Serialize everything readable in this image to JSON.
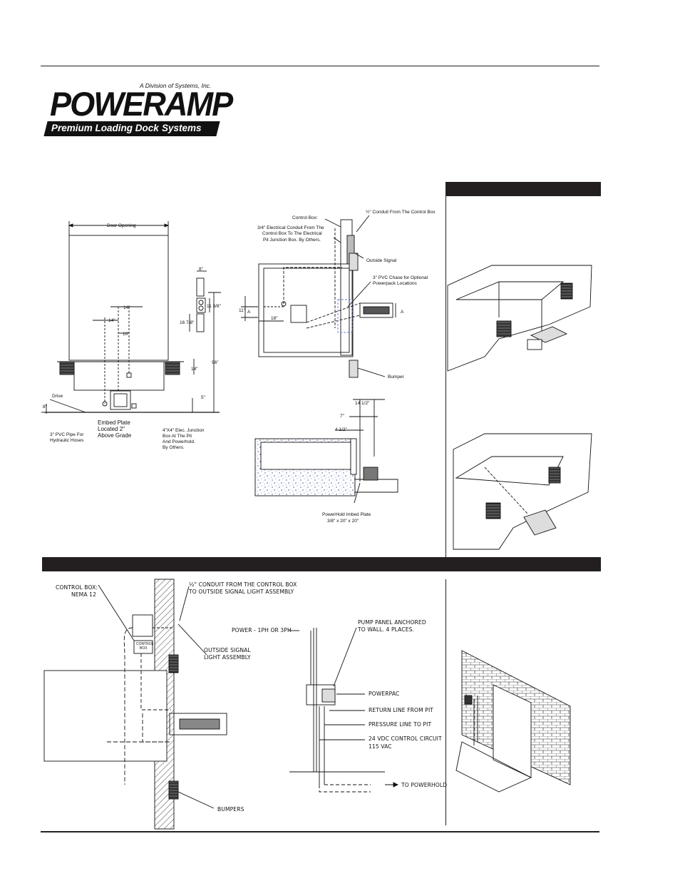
{
  "logo": {
    "division": "A Division of Systems, Inc.",
    "brand": "POWERAMP",
    "registered": "®",
    "tagline_left": "Premium Loading Dock",
    "tagline_right": "Systems"
  },
  "front_view": {
    "door_opening": "Door Opening",
    "dim_8": "8\"",
    "dim_11_38": "11 3/8\"",
    "dim_16_78": "16 7/8\"",
    "dim_14_a": "14\"",
    "dim_14_b": "14\"",
    "dim_10": "10\"",
    "dim_14_c": "14\"",
    "dim_96": "96\"",
    "dim_5": "5\"",
    "dim_8_grade": "8\"",
    "drive": "Drive",
    "embed_plate": [
      "Embed Plate",
      "Located 2\"",
      "Above Grade"
    ],
    "pvc_pipe": [
      "3\" PVC Pipe For",
      "Hydraulic Hoses"
    ],
    "junction_box": [
      "4\"X4\" Elec. Junction",
      "Box At The Pit",
      "And Powerhold.",
      "By Others."
    ]
  },
  "plan_view": {
    "control_box": "Control Box:",
    "conduit_34": [
      "3/4\" Electrical Conduit From The",
      "Control Box To The Electrical",
      "Pit Junction Box.  By Others."
    ],
    "conduit_half": "½\" Conduit From The Control Box",
    "outside_signal": "Outside Signal",
    "pvc_chase": [
      "3\" PVC Chase for Optional",
      "Powerpack Locations"
    ],
    "dim_18": "18\"",
    "dim_11": "11\"",
    "section_a": "A",
    "bumper": "Bumper"
  },
  "section_view": {
    "dim_14_12": "14 1/2\"",
    "dim_7": "7\"",
    "dim_4_12": "4 1/2\"",
    "imbed_plate": [
      "PowerHold Imbed Plate",
      "3/8\" x 20\" x 20\""
    ]
  },
  "install_view": {
    "control_box": [
      "CONTROL BOX:",
      "NEMA 12"
    ],
    "conduit": [
      "½\" CONDUIT FROM THE CONTROL BOX",
      "TO OUTSIDE SIGNAL LIGHT ASSEMBLY"
    ],
    "signal_light": [
      "OUTSIDE SIGNAL",
      "LIGHT ASSEMBLY"
    ],
    "control_box_tag": [
      "CONTROL",
      "BOX"
    ],
    "bumpers": "BUMPERS"
  },
  "wiring_view": {
    "power": "POWER - 1PH OR 3PH",
    "pump_panel": [
      "PUMP PANEL ANCHORED",
      "TO WALL.  4 PLACES."
    ],
    "powerpac": "POWERPAC",
    "return_line": "RETURN LINE FROM PIT",
    "pressure_line": "PRESSURE LINE TO PIT",
    "control_circuit": [
      "24  VDC CONTROL CIRCUIT",
      "115 VAC"
    ],
    "to_powerhold": "TO POWERHOLD"
  },
  "colors": {
    "bar": "#231f20",
    "line": "#111111",
    "concrete": "#3a4fa8"
  }
}
